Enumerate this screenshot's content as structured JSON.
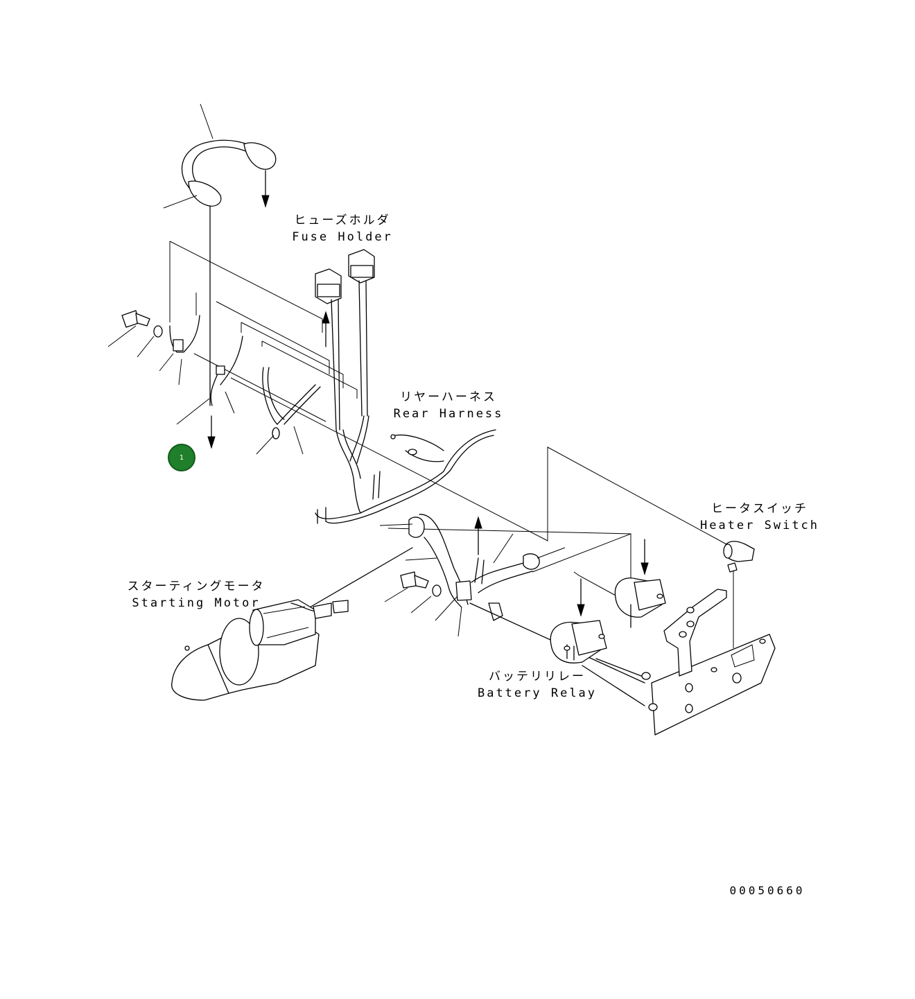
{
  "labels": {
    "fuse_holder": {
      "jp": "ヒューズホルダ",
      "en": "Fuse Holder"
    },
    "rear_harness": {
      "jp": "リヤーハーネス",
      "en": "Rear Harness"
    },
    "heater_switch": {
      "jp": "ヒータスイッチ",
      "en": "Heater Switch"
    },
    "starting_motor": {
      "jp": "スターティングモータ",
      "en": "Starting Motor"
    },
    "battery_relay": {
      "jp": "バッテリリレー",
      "en": "Battery Relay"
    }
  },
  "drawing_number": "00050660",
  "marker": {
    "label": "1",
    "color": "#1f7f2a"
  }
}
